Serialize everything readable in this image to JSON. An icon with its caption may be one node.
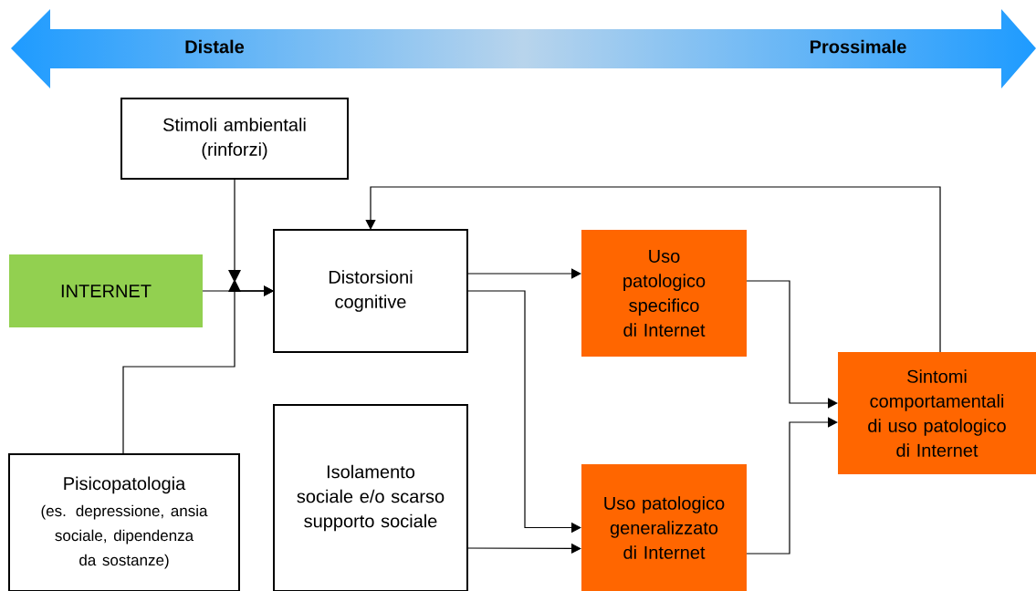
{
  "diagram": {
    "nodes": [
      {
        "text": [
          "Stimoli ambientali (rinforzi)"
        ]
      },
      {
        "text": [
          "INTERNET"
        ]
      },
      {
        "text": [
          "Distorsioni cognitive"
        ]
      },
      {
        "text": [
          "Uso patologico specifico di Internet"
        ]
      },
      {
        "text": [
          "Sintomi comportamentali di uso patologico di Internet"
        ]
      },
      {
        "text": [
          "Pisicopatologia",
          "(es. depressione, ansia sociale, dipendenza da sostanze)"
        ]
      },
      {
        "text": [
          "Isolamento sociale e/o scarso supporto sociale"
        ]
      },
      {
        "text": [
          "Uso patologico generalizzato di Internet"
        ]
      }
    ],
    "edges": [
      {
        "from": 0,
        "to": 2,
        "arrow": "to"
      },
      {
        "from": 1,
        "to": 2,
        "arrow": "to"
      },
      {
        "from": 5,
        "to": 2,
        "arrow": "to"
      },
      {
        "from": 2,
        "to": 3,
        "arrow": "to"
      },
      {
        "from": 2,
        "to": 7,
        "arrow": "to"
      },
      {
        "from": 6,
        "to": 7,
        "arrow": "to"
      },
      {
        "from": 3,
        "to": 4,
        "arrow": "to"
      },
      {
        "from": 7,
        "to": 4,
        "arrow": "to"
      },
      {
        "from": 4,
        "to": 2,
        "arrow": "to"
      }
    ],
    "labels": [
      "Distale",
      "Prossimale"
    ]
  }
}
